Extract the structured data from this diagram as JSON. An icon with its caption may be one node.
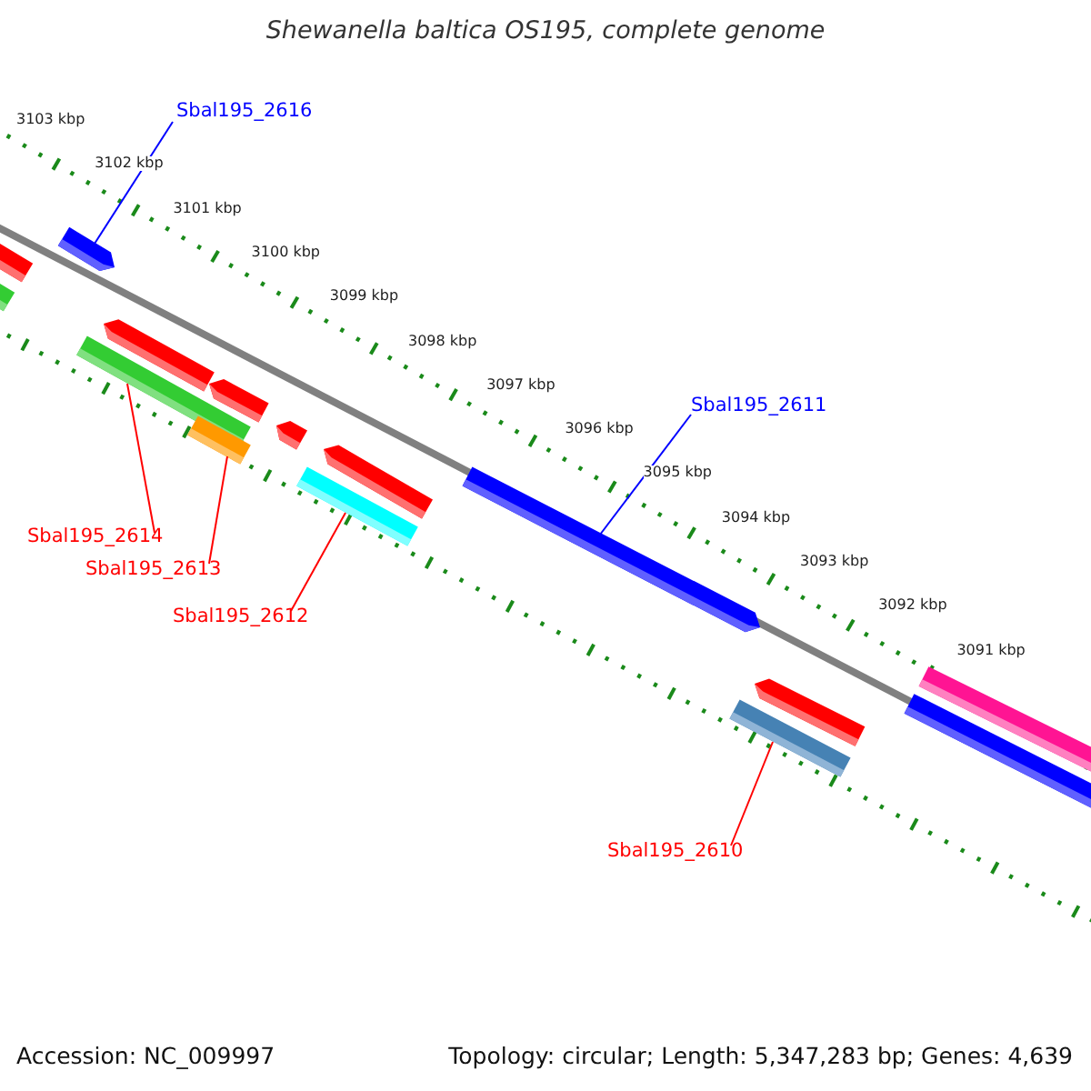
{
  "diagram": {
    "title": "Shewanella baltica OS195, complete genome",
    "nodes": [
      {
        "text": [
          "Sbal195_2616"
        ]
      },
      {
        "text": [
          "Sbal195_2611"
        ]
      },
      {
        "text": [
          "Sbal195_2614"
        ]
      },
      {
        "text": [
          "Sbal195_2613"
        ]
      },
      {
        "text": [
          "Sbal195_2612"
        ]
      },
      {
        "text": [
          "Sbal195_2610"
        ]
      },
      {
        "text": [],
        "shape": "bar"
      },
      {
        "text": [],
        "shape": "bar"
      },
      {
        "text": [],
        "shape": "bar"
      },
      {
        "text": [],
        "shape": "bar"
      },
      {
        "text": [],
        "shape": "bar"
      },
      {
        "text": [],
        "shape": "bar"
      },
      {
        "text": [],
        "shape": "bar"
      },
      {
        "text": [],
        "shape": "bar"
      },
      {
        "text": [],
        "shape": "bar"
      },
      {
        "text": [],
        "shape": "bar"
      },
      {
        "text": [],
        "shape": "bar"
      },
      {
        "text": [],
        "shape": "bar"
      },
      {
        "text": [],
        "shape": "bar"
      },
      {
        "text": [],
        "shape": "bar"
      },
      {
        "text": [],
        "shape": "bar"
      }
    ],
    "edges": [
      {
        "from": 0,
        "to": 8,
        "arrow": "none",
        "color": "#0000ff"
      },
      {
        "from": 1,
        "to": 16,
        "arrow": "none",
        "color": "#0000ff"
      },
      {
        "from": 2,
        "to": 9,
        "arrow": "none"
      },
      {
        "from": 3,
        "to": 11,
        "arrow": "none"
      },
      {
        "from": 4,
        "to": 14,
        "arrow": "none"
      },
      {
        "from": 5,
        "to": 17,
        "arrow": "none"
      }
    ],
    "labels": [
      "3103 kbp",
      "3102 kbp",
      "3101 kbp",
      "3100 kbp",
      "3099 kbp",
      "3098 kbp",
      "3097 kbp",
      "3096 kbp",
      "3095 kbp",
      "3094 kbp",
      "3093 kbp",
      "3092 kbp",
      "3091 kbp",
      "Accession: NC_009997",
      "Topology: circular; Length: 5,347,283 bp; Genes: 4,639"
    ]
  }
}
